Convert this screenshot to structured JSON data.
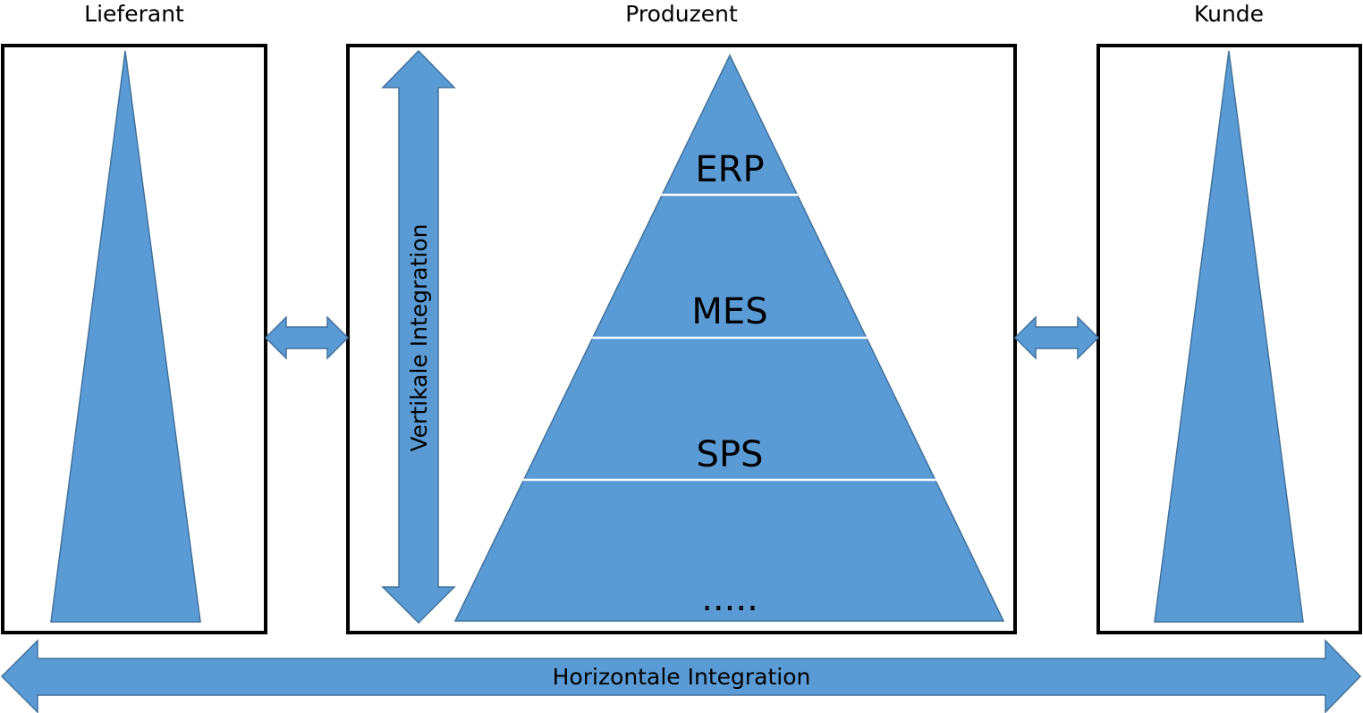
{
  "headings": {
    "supplier": "Lieferant",
    "producer": "Produzent",
    "customer": "Kunde"
  },
  "pyramid": {
    "layers": [
      "ERP",
      "MES",
      "SPS",
      "....."
    ]
  },
  "arrows": {
    "vertical_label": "Vertikale Integration",
    "horizontal_label": "Horizontale Integration"
  },
  "colors": {
    "shape_fill": "#5b9bd5",
    "shape_stroke": "#41719c",
    "frame": "#000000"
  }
}
